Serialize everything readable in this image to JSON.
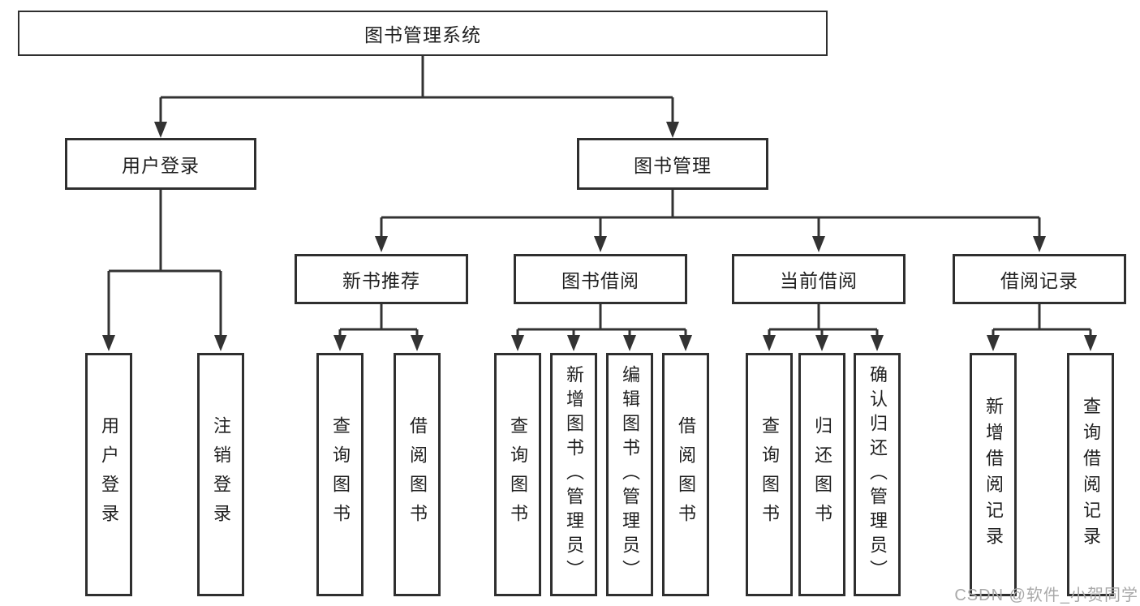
{
  "diagram": {
    "type": "hierarchy",
    "title": "图书管理系统",
    "tree": {
      "label": "图书管理系统",
      "children": [
        {
          "label": "用户登录",
          "children": [
            {
              "label": "用户登录"
            },
            {
              "label": "注销登录"
            }
          ]
        },
        {
          "label": "图书管理",
          "children": [
            {
              "label": "新书推荐",
              "children": [
                {
                  "label": "查询图书"
                },
                {
                  "label": "借阅图书"
                }
              ]
            },
            {
              "label": "图书借阅",
              "children": [
                {
                  "label": "查询图书"
                },
                {
                  "label": "新增图书（管理员）"
                },
                {
                  "label": "编辑图书（管理员）"
                },
                {
                  "label": "借阅图书"
                }
              ]
            },
            {
              "label": "当前借阅",
              "children": [
                {
                  "label": "查询图书"
                },
                {
                  "label": "归还图书"
                },
                {
                  "label": "确认归还（管理员）"
                }
              ]
            },
            {
              "label": "借阅记录",
              "children": [
                {
                  "label": "新增借阅记录"
                },
                {
                  "label": "查询借阅记录"
                }
              ]
            }
          ]
        }
      ]
    },
    "watermark": "CSDN @软件_小贺同学",
    "colors": {
      "line": "#333333",
      "box_border": "#2f2f2f",
      "text": "#1f1f1f",
      "watermark": "#a9a9a9",
      "background": "#ffffff"
    }
  }
}
